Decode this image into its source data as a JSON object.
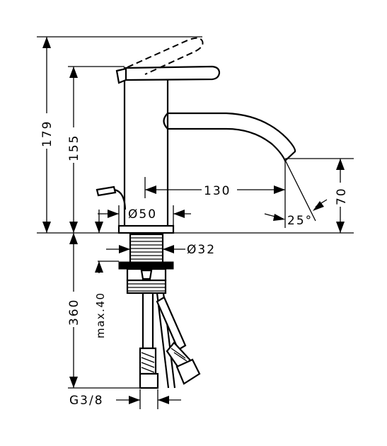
{
  "dimensions": {
    "overall_height": "179",
    "height_to_lever": "155",
    "spout_reach": "130",
    "spout_height": "70",
    "spout_angle": "25°",
    "base_diameter": "Ø50",
    "shank_diameter": "Ø32",
    "below_deck_length": "360",
    "max_deck_thickness": "max.40",
    "connection_thread": "G3/8"
  },
  "icons": {
    "lever": "lever-handle-icon",
    "spout": "spout-icon",
    "hose": "supply-hose-icon"
  }
}
